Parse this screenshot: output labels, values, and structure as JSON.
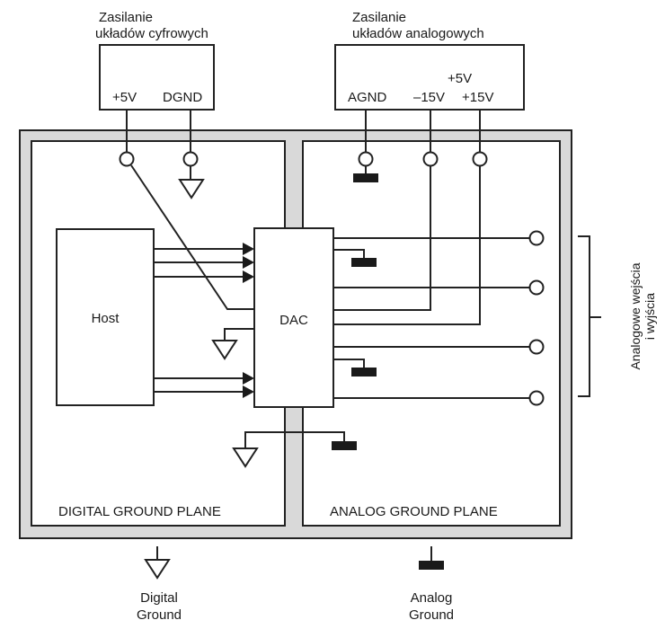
{
  "digital_supply": {
    "title_line1": "Zasilanie",
    "title_line2": "układów cyfrowych",
    "pins": [
      "+5V",
      "DGND"
    ]
  },
  "analog_supply": {
    "title_line1": "Zasilanie",
    "title_line2": "układów analogowych",
    "pin_top": "+5V",
    "pins": [
      "AGND",
      "–15V",
      "+15V"
    ]
  },
  "blocks": {
    "host": "Host",
    "dac": "DAC"
  },
  "planes": {
    "digital": "DIGITAL GROUND PLANE",
    "analog": "ANALOG GROUND PLANE"
  },
  "io_bracket": {
    "line1": "Analogowe wejścia",
    "line2": "i wyjścia"
  },
  "legend": {
    "digital_line1": "Digital",
    "digital_line2": "Ground",
    "analog_line1": "Analog",
    "analog_line2": "Ground"
  },
  "colors": {
    "plane_fill": "#d9d9d9",
    "stroke": "#222222",
    "analog_ground_fill": "#1a1a1a"
  }
}
